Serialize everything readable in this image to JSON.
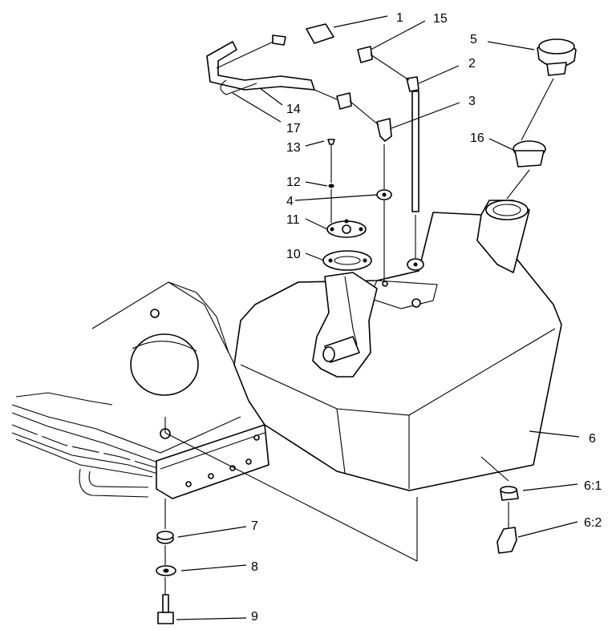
{
  "diagram": {
    "callouts": [
      {
        "key": "c1",
        "text": "1"
      },
      {
        "key": "c15",
        "text": "15"
      },
      {
        "key": "c2",
        "text": "2"
      },
      {
        "key": "c3",
        "text": "3"
      },
      {
        "key": "c5",
        "text": "5"
      },
      {
        "key": "c16",
        "text": "16"
      },
      {
        "key": "c14",
        "text": "14"
      },
      {
        "key": "c17",
        "text": "17"
      },
      {
        "key": "c13",
        "text": "13"
      },
      {
        "key": "c12",
        "text": "12"
      },
      {
        "key": "c4",
        "text": "4"
      },
      {
        "key": "c11",
        "text": "11"
      },
      {
        "key": "c10",
        "text": "10"
      },
      {
        "key": "c6",
        "text": "6"
      },
      {
        "key": "c61",
        "text": "6:1"
      },
      {
        "key": "c62",
        "text": "6:2"
      },
      {
        "key": "c7",
        "text": "7"
      },
      {
        "key": "c8",
        "text": "8"
      },
      {
        "key": "c9",
        "text": "9"
      }
    ]
  }
}
